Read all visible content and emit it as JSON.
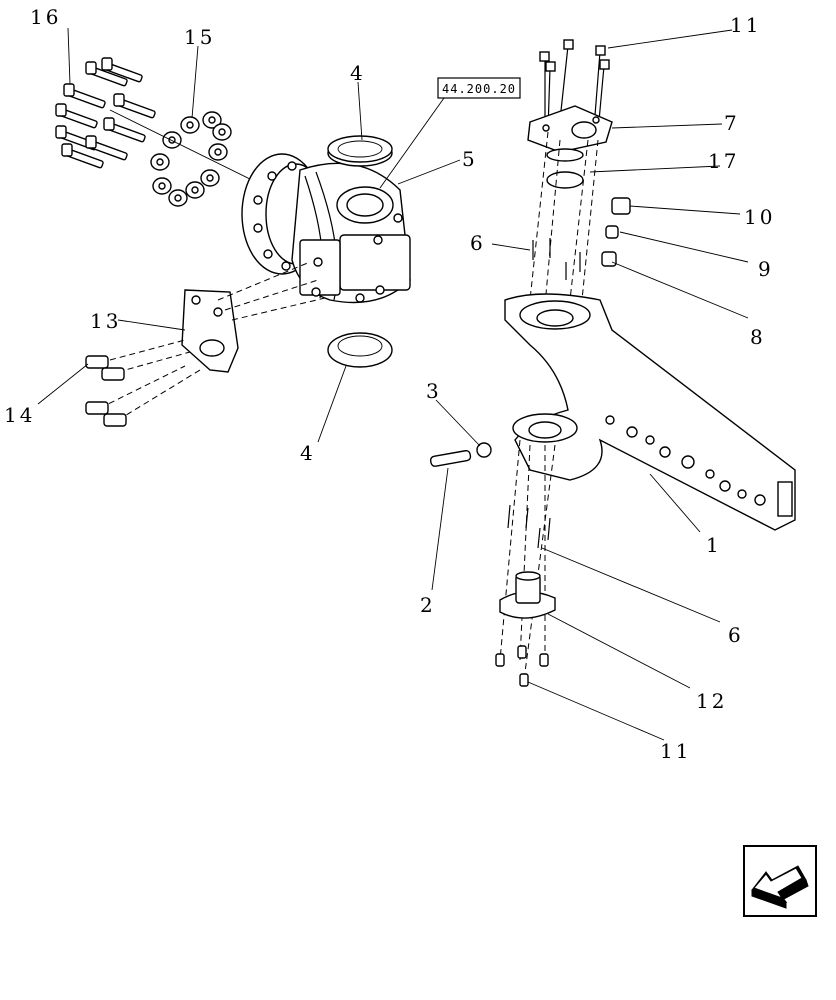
{
  "reference_box": "44.200.20",
  "callouts": {
    "c1": "1",
    "c2": "2",
    "c3": "3",
    "c4_top": "4",
    "c4_bottom": "4",
    "c5": "5",
    "c6_top": "6",
    "c6_bottom": "6",
    "c7": "7",
    "c8": "8",
    "c9": "9",
    "c10": "10",
    "c11_top": "11",
    "c11_bottom": "11",
    "c12": "12",
    "c13": "13",
    "c14": "14",
    "c15": "15",
    "c16": "16",
    "c17": "17"
  },
  "nav_icon": "arrow-back-icon"
}
